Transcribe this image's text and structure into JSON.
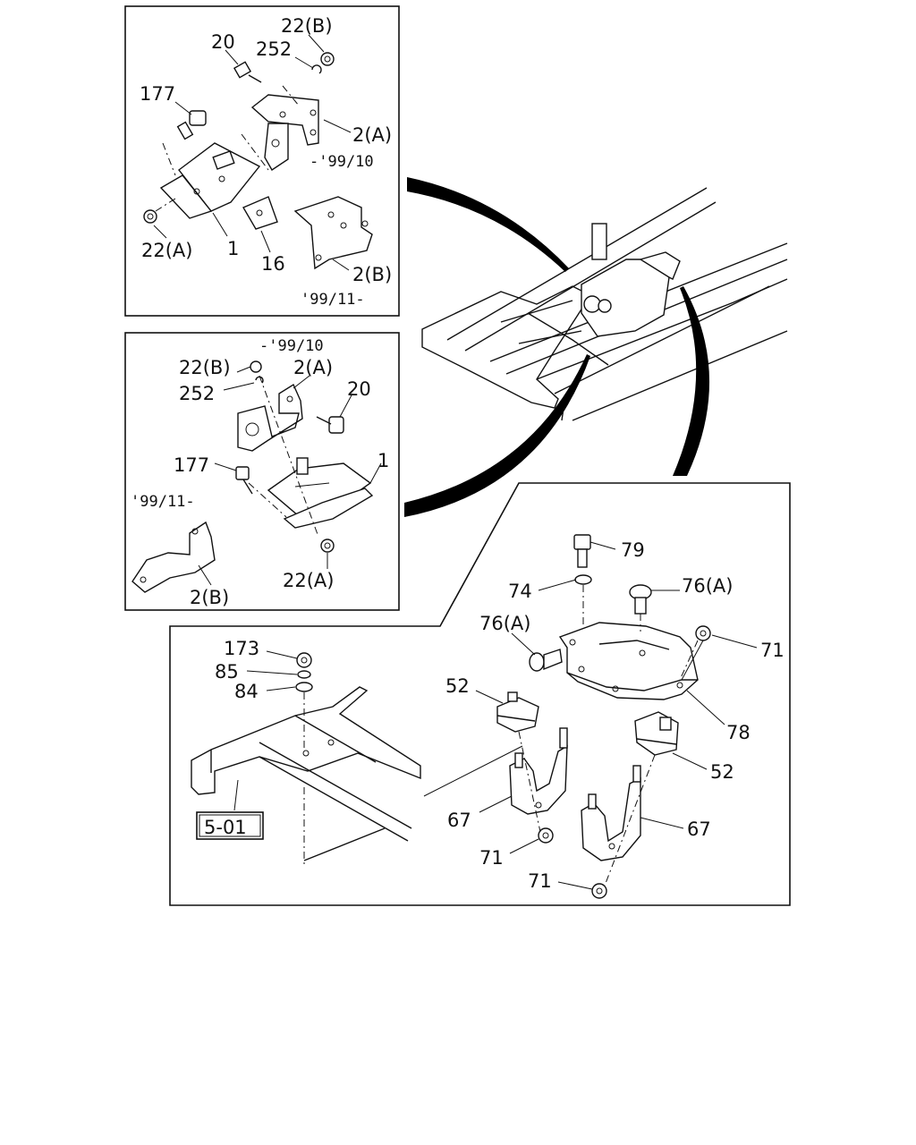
{
  "panels": {
    "top_left": {
      "labels": {
        "p22b": "22(B)",
        "p20": "20",
        "p252": "252",
        "p177": "177",
        "p2a": "2(A)",
        "p22a": "22(A)",
        "p1": "1",
        "p16": "16",
        "p2b": "2(B)"
      },
      "dates": {
        "early": "-'99/10",
        "late": "'99/11-"
      }
    },
    "middle_left": {
      "labels": {
        "p22b": "22(B)",
        "p2a": "2(A)",
        "p252": "252",
        "p20": "20",
        "p177": "177",
        "p1": "1",
        "p2b": "2(B)",
        "p22a": "22(A)"
      },
      "dates": {
        "early": "-'99/10",
        "late": "'99/11-"
      }
    },
    "bottom": {
      "labels": {
        "p79": "79",
        "p74": "74",
        "p76a_1": "76(A)",
        "p76a_2": "76(A)",
        "p71_r": "71",
        "p173": "173",
        "p85": "85",
        "p84": "84",
        "p52_l": "52",
        "p52_r": "52",
        "p78": "78",
        "p67_l": "67",
        "p67_r": "67",
        "p71_bl": "71",
        "p71_bc": "71"
      },
      "reference": "5-01"
    }
  }
}
